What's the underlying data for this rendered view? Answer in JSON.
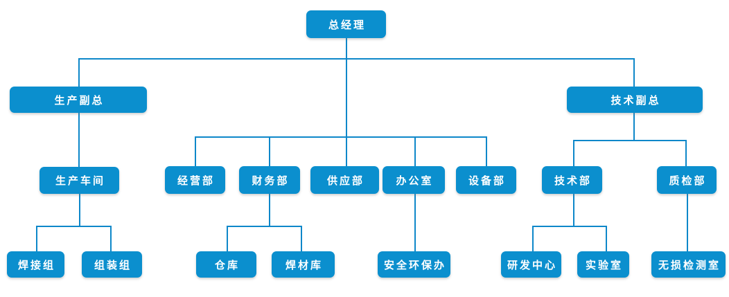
{
  "colors": {
    "node_fill": "#0b8fce",
    "node_text": "#ffffff",
    "line": "#0d87c9",
    "background": "#ffffff"
  },
  "nodes": [
    {
      "id": "gm",
      "label": "总经理",
      "parent": null
    },
    {
      "id": "vp_prod",
      "label": "生产副总",
      "parent": "gm"
    },
    {
      "id": "vp_tech",
      "label": "技术副总",
      "parent": "gm"
    },
    {
      "id": "biz",
      "label": "经营部",
      "parent": "gm"
    },
    {
      "id": "fin",
      "label": "财务部",
      "parent": "gm"
    },
    {
      "id": "supply",
      "label": "供应部",
      "parent": "gm"
    },
    {
      "id": "office",
      "label": "办公室",
      "parent": "gm"
    },
    {
      "id": "equip",
      "label": "设备部",
      "parent": "gm"
    },
    {
      "id": "workshop",
      "label": "生产车间",
      "parent": "vp_prod"
    },
    {
      "id": "tech",
      "label": "技术部",
      "parent": "vp_tech"
    },
    {
      "id": "qc",
      "label": "质检部",
      "parent": "vp_tech"
    },
    {
      "id": "weld",
      "label": "焊接组",
      "parent": "workshop"
    },
    {
      "id": "assemble",
      "label": "组装组",
      "parent": "workshop"
    },
    {
      "id": "warehouse",
      "label": "仓库",
      "parent": "fin"
    },
    {
      "id": "weld_material",
      "label": "焊材库",
      "parent": "fin"
    },
    {
      "id": "safety",
      "label": "安全环保办",
      "parent": "office"
    },
    {
      "id": "rd",
      "label": "研发中心",
      "parent": "tech"
    },
    {
      "id": "lab",
      "label": "实验室",
      "parent": "tech"
    },
    {
      "id": "ndt",
      "label": "无损检测室",
      "parent": "qc"
    }
  ]
}
